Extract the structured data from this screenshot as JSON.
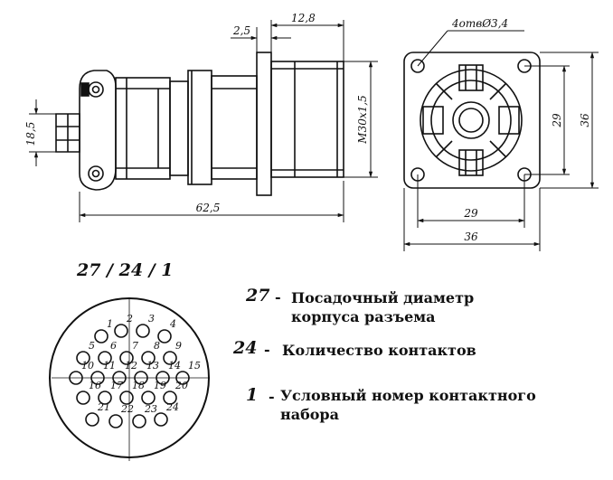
{
  "dimensions": {
    "height_left": "18,5",
    "thread": "M30x1,5",
    "flange": "2,5",
    "front_length": "12,8",
    "total_length": "62,5",
    "holes": "4отвØ3,4",
    "hole_spacing_v": "29",
    "width_v": "36",
    "hole_spacing_h": "29",
    "width_h": "36"
  },
  "code_label": "27 / 24 / 1",
  "pins": [
    "1",
    "2",
    "3",
    "4",
    "5",
    "6",
    "7",
    "8",
    "9",
    "10",
    "11",
    "12",
    "13",
    "14",
    "15",
    "16",
    "17",
    "18",
    "19",
    "20",
    "21",
    "22",
    "23",
    "24"
  ],
  "legend": [
    {
      "num": "27",
      "line1": "Посадочный диаметр",
      "line2": "корпуса разъема"
    },
    {
      "num": "24",
      "line1": "Количество контактов",
      "line2": ""
    },
    {
      "num": "1",
      "line1": "Условный номер контактного",
      "line2": "набора"
    }
  ]
}
